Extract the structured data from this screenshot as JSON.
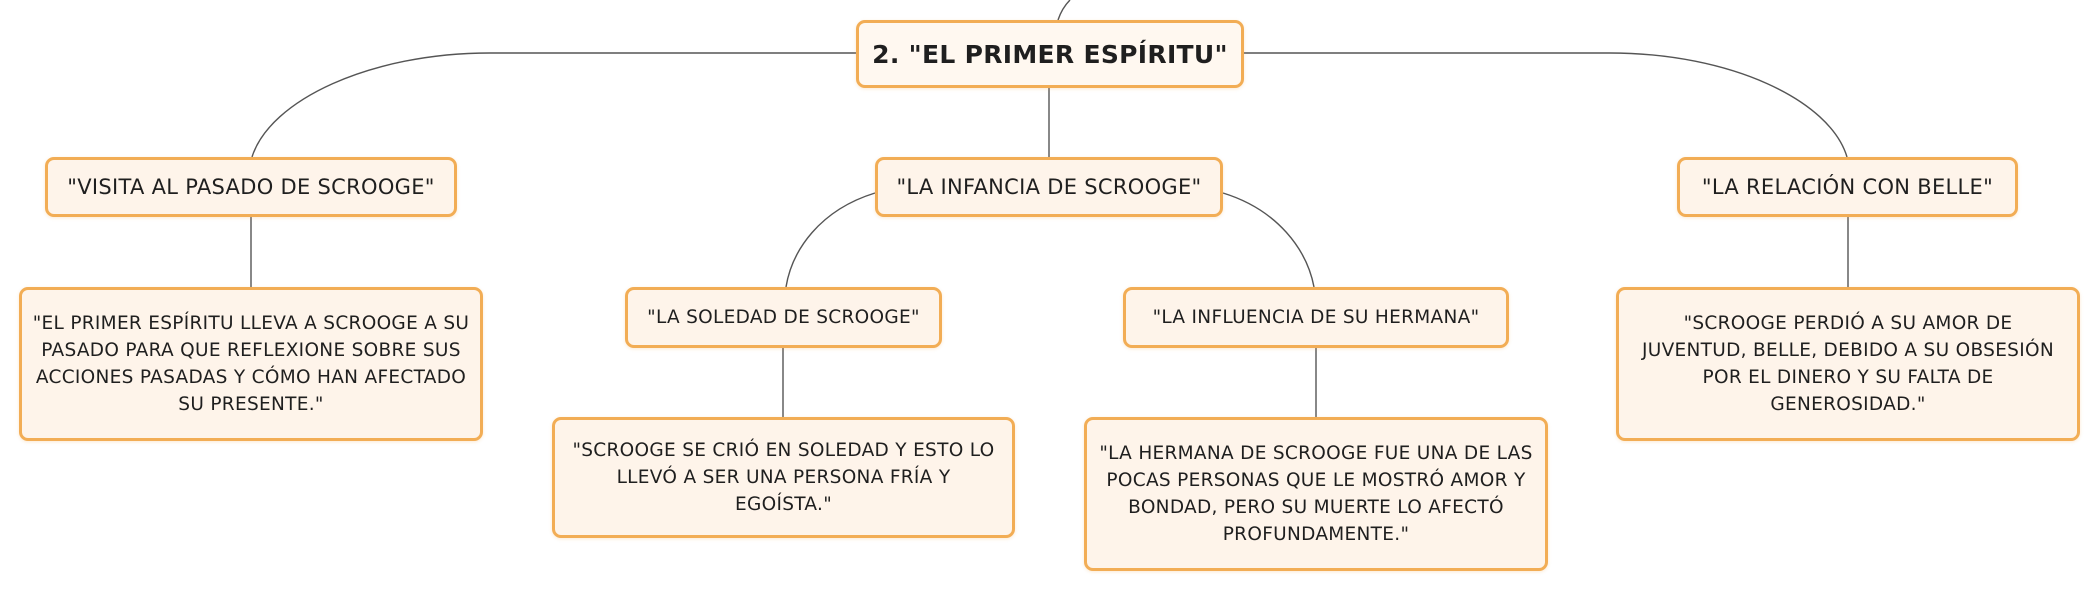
{
  "root": {
    "label": "2. \"EL PRIMER ESPÍRITU\""
  },
  "branches": [
    {
      "label": "\"VISITA AL PASADO DE SCROOGE\"",
      "detail": "\"EL PRIMER ESPÍRITU LLEVA A SCROOGE A SU PASADO PARA QUE REFLEXIONE SOBRE SUS ACCIONES PASADAS Y CÓMO HAN AFECTADO SU PRESENTE.\""
    },
    {
      "label": "\"LA INFANCIA DE SCROOGE\"",
      "children": [
        {
          "label": "\"LA SOLEDAD DE SCROOGE\"",
          "detail": "\"SCROOGE SE CRIÓ EN SOLEDAD Y ESTO LO LLEVÓ A SER UNA PERSONA FRÍA Y EGOÍSTA.\""
        },
        {
          "label": "\"LA INFLUENCIA DE SU HERMANA\"",
          "detail": "\"LA HERMANA DE SCROOGE FUE UNA DE LAS POCAS PERSONAS QUE LE MOSTRÓ AMOR Y BONDAD, PERO SU MUERTE LO AFECTÓ PROFUNDAMENTE.\""
        }
      ]
    },
    {
      "label": "\"LA RELACIÓN CON BELLE\"",
      "detail": "\"SCROOGE PERDIÓ A SU AMOR DE JUVENTUD, BELLE, DEBIDO A SU OBSESIÓN POR EL DINERO Y SU FALTA DE GENEROSIDAD.\""
    }
  ],
  "colors": {
    "node_fill": "#fef4ea",
    "node_border": "#f2ad55",
    "connector": "#555555",
    "text": "#1f1f1f"
  }
}
